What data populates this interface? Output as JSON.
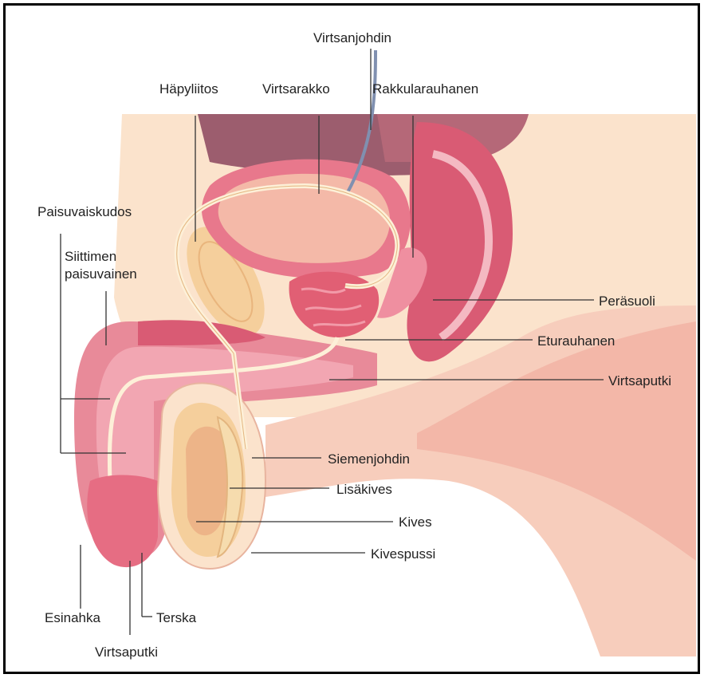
{
  "labels": {
    "virtsanjohdin": "Virtsanjohdin",
    "hapyliitos": "Häpyliitos",
    "virtsarakko": "Virtsarakko",
    "rakkularauhanen": "Rakkularauhanen",
    "paisuvaiskudos": "Paisuvaiskudos",
    "siittimen_line1": "Siittimen",
    "siittimen_line2": "paisuvainen",
    "perasuoli": "Peräsuoli",
    "eturauhanen": "Eturauhanen",
    "virtsaputki_right": "Virtsaputki",
    "siemenjohdin": "Siemenjohdin",
    "lisakives": "Lisäkives",
    "kives": "Kives",
    "kivespussi": "Kivespussi",
    "esinahka": "Esinahka",
    "terska": "Terska",
    "virtsaputki_bottom": "Virtsaputki"
  },
  "colors": {
    "skin": "#fbe3cc",
    "flesh": "#f4b9a8",
    "pink": "#e88a99",
    "dark_pink": "#d95b74",
    "muscle": "#b55a6a",
    "mauve": "#9c5d6e",
    "tan": "#f5cf9c",
    "cream": "#fdf0d8"
  }
}
